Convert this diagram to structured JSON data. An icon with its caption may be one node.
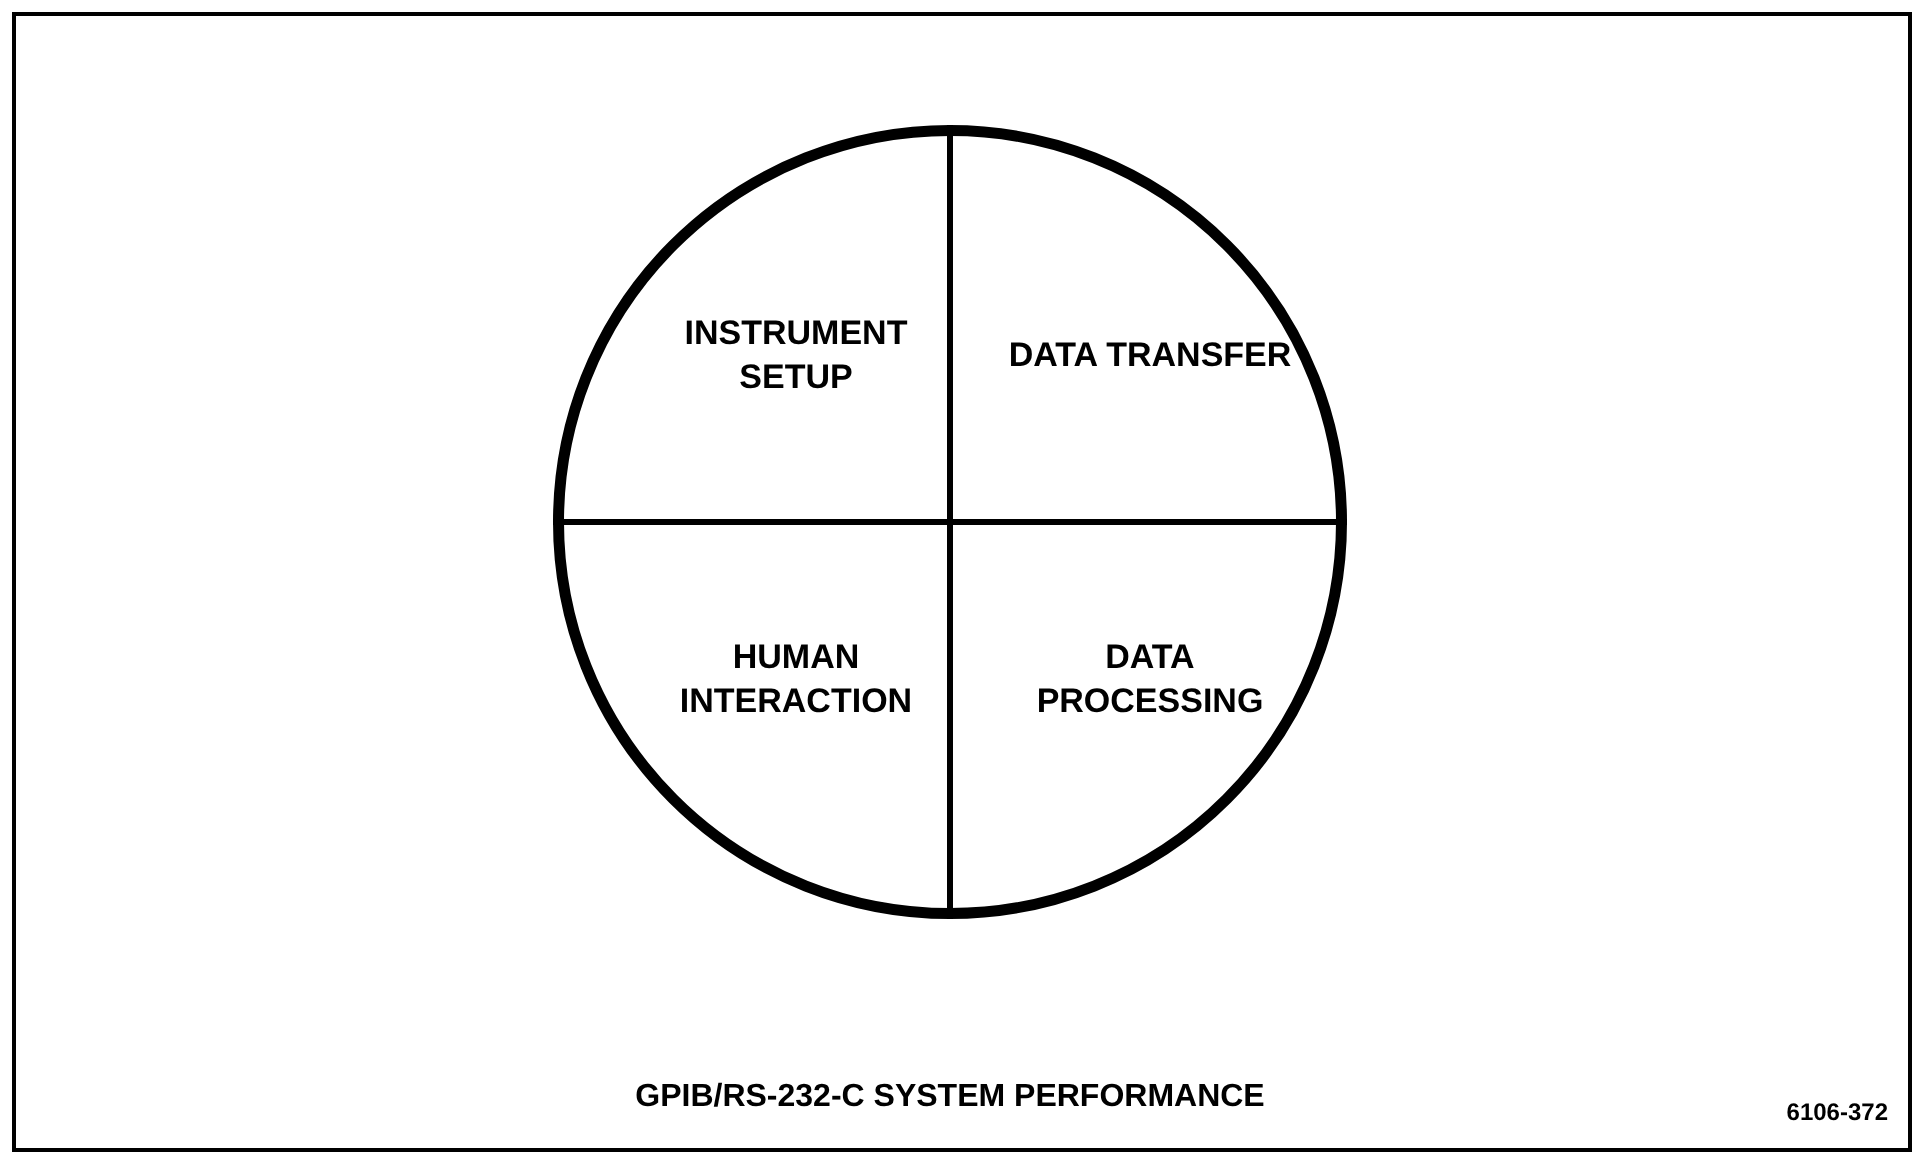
{
  "diagram": {
    "caption": "GPIB/RS-232-C SYSTEM PERFORMANCE",
    "nodes": [
      {
        "text": [],
        "shape": "circle"
      },
      {
        "text": [
          "INSTRUMENT SETUP"
        ],
        "in": 0
      },
      {
        "text": [
          "DATA TRANSFER"
        ],
        "in": 0
      },
      {
        "text": [
          "HUMAN INTERACTION"
        ],
        "in": 0
      },
      {
        "text": [
          "DATA PROCESSING"
        ],
        "in": 0
      }
    ],
    "edges": [],
    "labels": [
      "6106-372"
    ]
  }
}
